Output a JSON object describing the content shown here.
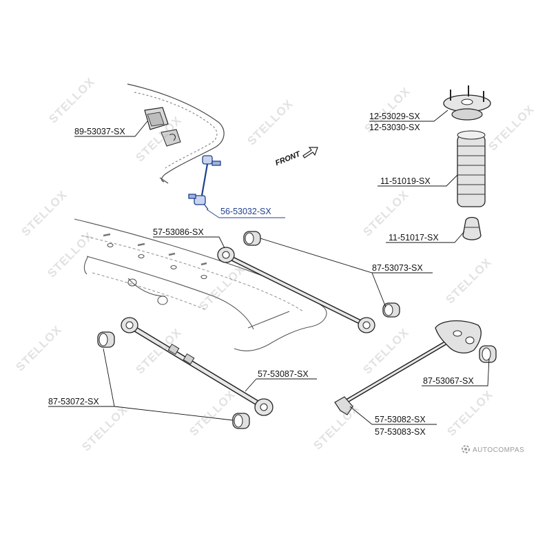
{
  "labels": {
    "p_89_53037": "89-53037-SX",
    "p_56_53032": "56-53032-SX",
    "p_57_53086": "57-53086-SX",
    "p_12_53029": "12-53029-SX",
    "p_12_53030": "12-53030-SX",
    "p_11_51019": "11-51019-SX",
    "p_11_51017": "11-51017-SX",
    "p_87_53073": "87-53073-SX",
    "p_57_53087": "57-53087-SX",
    "p_87_53067": "87-53067-SX",
    "p_87_53072": "87-53072-SX",
    "p_57_53082": "57-53082-SX",
    "p_57_53083": "57-53083-SX"
  },
  "front_label": "FRONT",
  "watermark_text": "STELLOX",
  "brand": {
    "logo_text": "AUTOCOMPAS"
  },
  "colors": {
    "highlight": "#1f3f8f",
    "line": "#111111"
  }
}
